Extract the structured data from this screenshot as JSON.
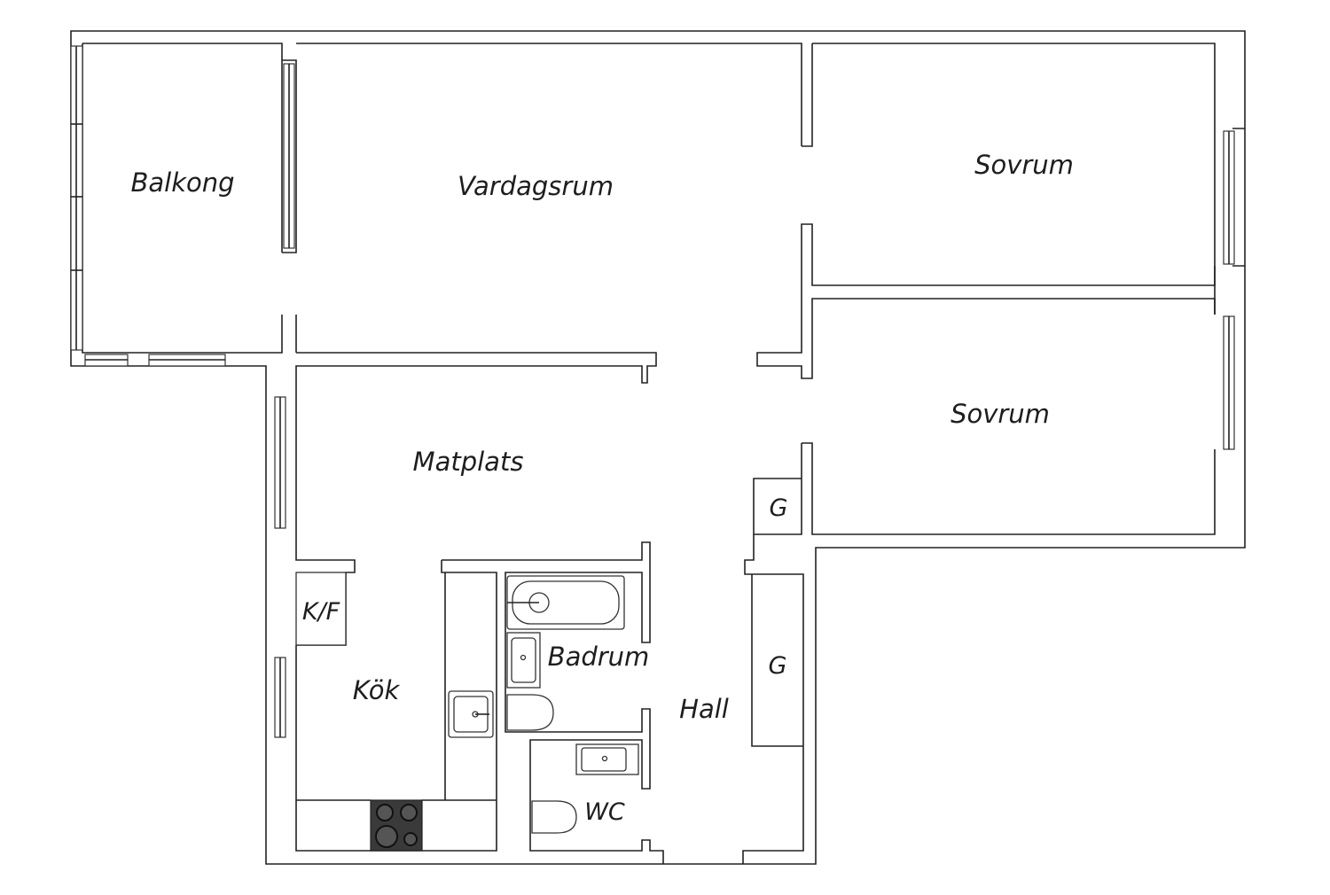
{
  "rooms": {
    "balkong": "Balkong",
    "vardagsrum": "Vardagsrum",
    "sovrum_1": "Sovrum",
    "sovrum_2": "Sovrum",
    "matplats": "Matplats",
    "kok": "Kök",
    "kf": "K/F",
    "badrum": "Badrum",
    "hall": "Hall",
    "wc": "WC",
    "g_1": "G",
    "g_2": "G"
  },
  "colors": {
    "wall_stroke": "#222222",
    "background": "#ffffff",
    "stove": "#3a3a3a"
  }
}
